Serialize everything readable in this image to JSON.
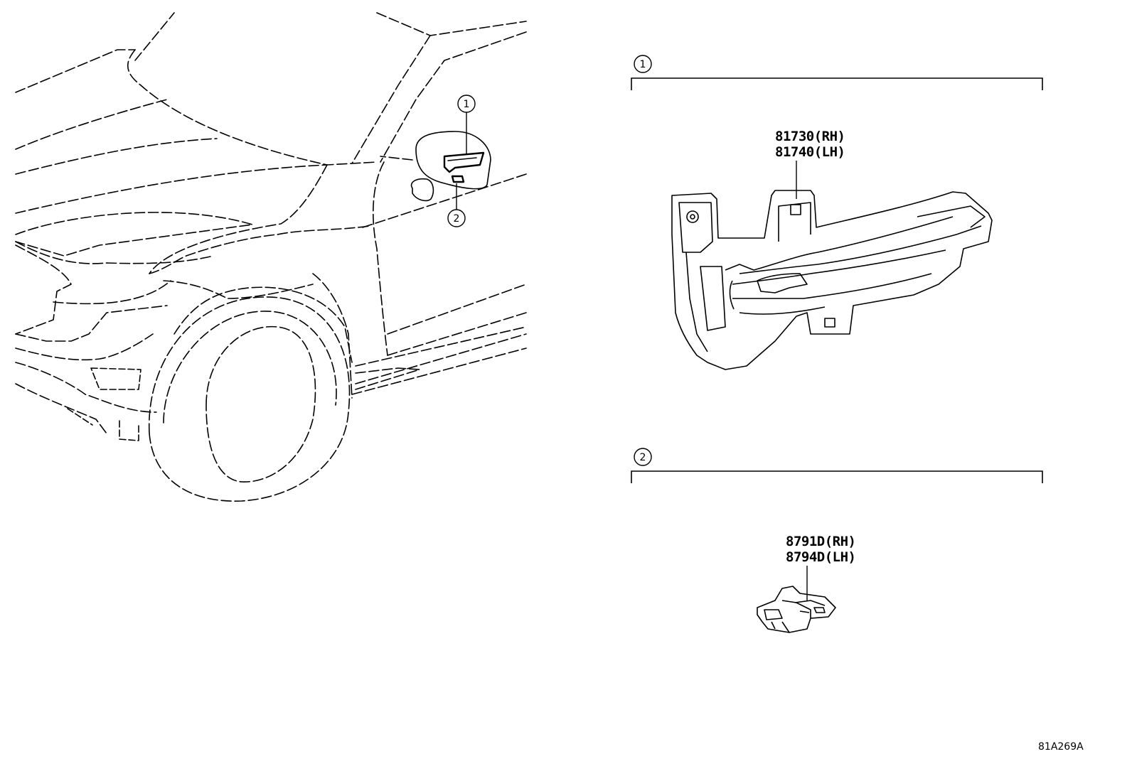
{
  "vehicle_callouts": {
    "c1": "1",
    "c2": "2"
  },
  "groups": [
    {
      "number": "1",
      "parts": [
        "81730(RH)",
        "81740(LH)"
      ]
    },
    {
      "number": "2",
      "parts": [
        "8791D(RH)",
        "8794D(LH)"
      ]
    }
  ],
  "diagram_id": "81A269A"
}
